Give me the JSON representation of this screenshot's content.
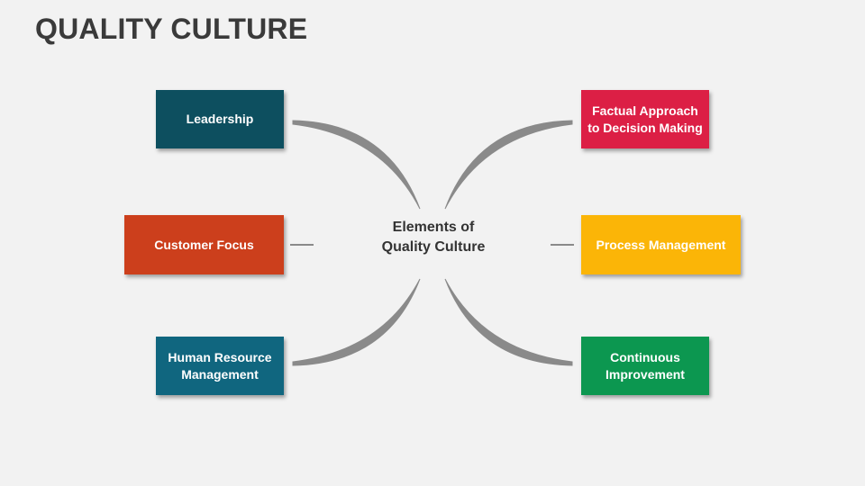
{
  "slide": {
    "title": "QUALITY CULTURE",
    "center": {
      "line1": "Elements of",
      "line2": "Quality Culture"
    },
    "elements": [
      {
        "id": "leadership",
        "lines": [
          "Leadership"
        ],
        "color": "#0d4f5f"
      },
      {
        "id": "customer-focus",
        "lines": [
          "Customer Focus"
        ],
        "color": "#cc3f1c"
      },
      {
        "id": "human-resource-management",
        "lines": [
          "Human Resource",
          "Management"
        ],
        "color": "#10667f"
      },
      {
        "id": "factual-approach",
        "lines": [
          "Factual Approach",
          "to Decision Making"
        ],
        "color": "#dc1f45"
      },
      {
        "id": "process-management",
        "lines": [
          "Process Management"
        ],
        "color": "#fbb507"
      },
      {
        "id": "continuous-improvement",
        "lines": [
          "Continuous",
          "Improvement"
        ],
        "color": "#0c9750"
      }
    ],
    "connector_color": "#8a8a8a"
  }
}
